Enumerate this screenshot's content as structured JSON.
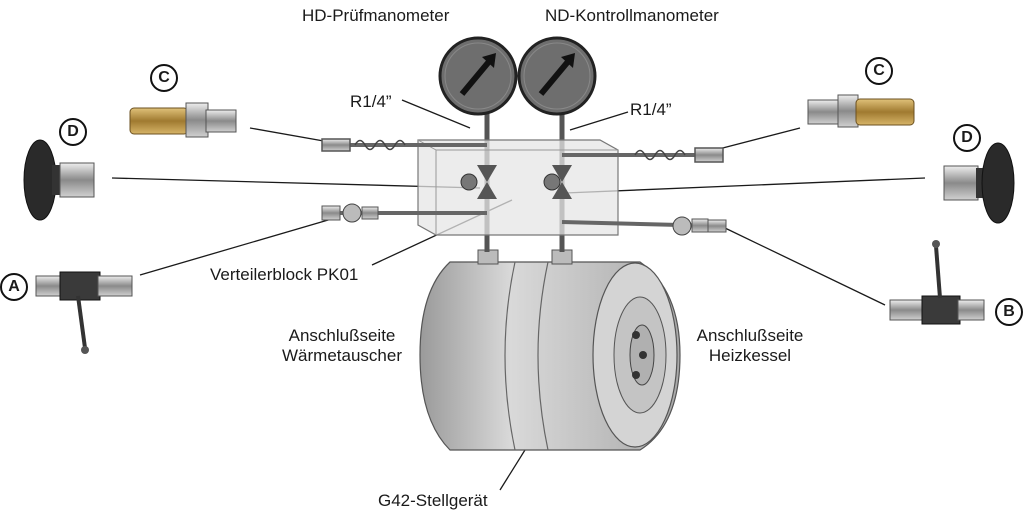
{
  "labels": {
    "hd_manometer": "HD-Prüfmanometer",
    "nd_manometer": "ND-Kontrollmanometer",
    "thread_left": "R1/4”",
    "thread_right": "R1/4”",
    "block": "Verteilerblock PK01",
    "side_left_line1": "Anschlußseite",
    "side_left_line2": "Wärmetauscher",
    "side_right_line1": "Anschlußseite",
    "side_right_line2": "Heizkessel",
    "actuator": "G42-Stellgerät"
  },
  "badges": {
    "c_left": "C",
    "c_right": "C",
    "d_left": "D",
    "d_right": "D",
    "a": "A",
    "b": "B"
  },
  "colors": {
    "line": "#1a1a1a",
    "gauge_face": "#6e6e6e",
    "body_gray": "#c8c8c8",
    "block_fill": "#e6e6e6",
    "brass": "#b8954a"
  }
}
